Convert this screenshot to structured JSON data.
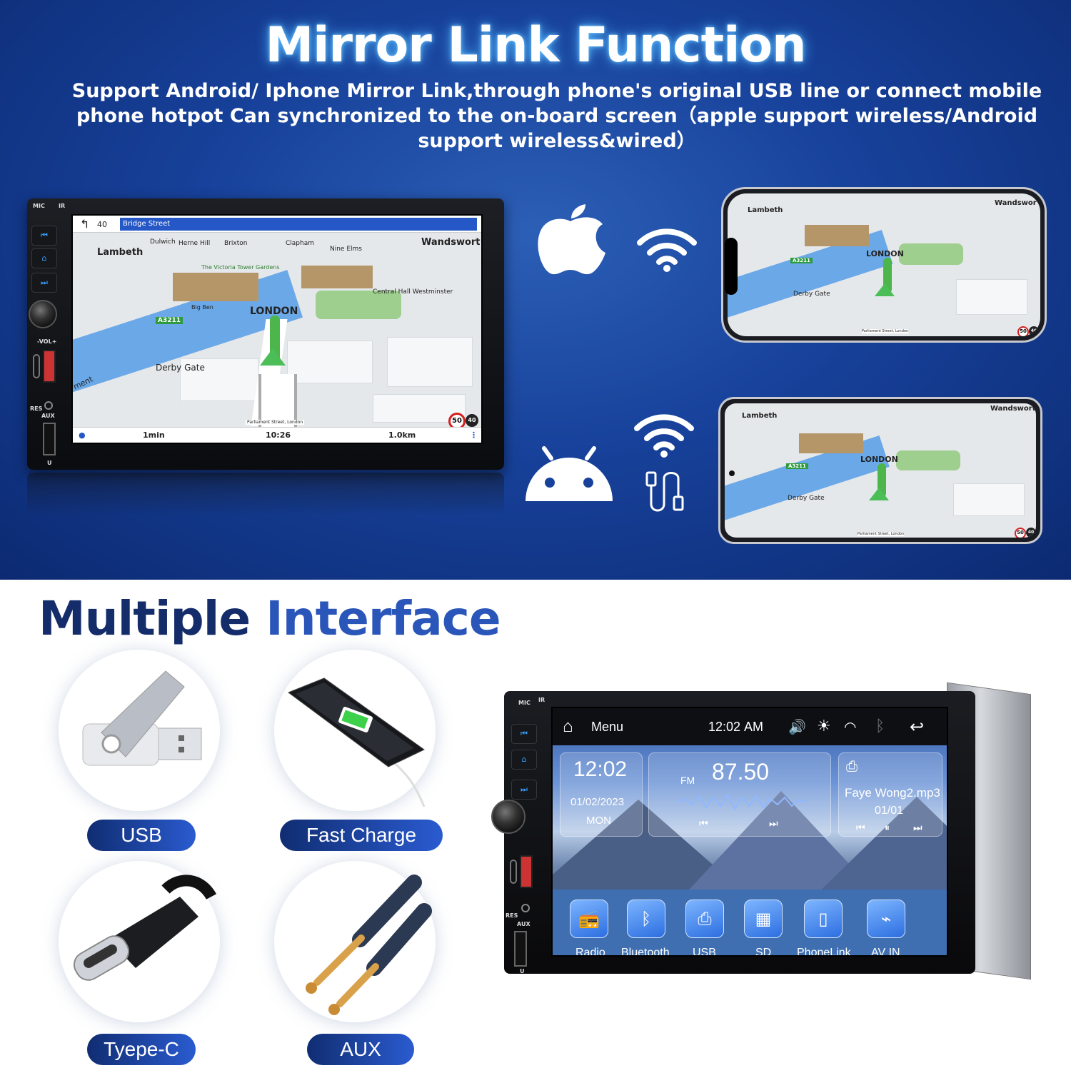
{
  "banner": {
    "title": "Mirror Link Function",
    "description": "Support Android/ Iphone Mirror Link,through phone's original USB  line or connect mobile phone hotpot Can synchronized to the on-board screen（apple support wireless/Android support wireless&wired）"
  },
  "head_unit_top": {
    "side_labels": {
      "mic": "MIC",
      "ir": "IR",
      "vol": "-VOL+",
      "res": "RES",
      "aux": "AUX",
      "u": "U"
    },
    "nav": {
      "distance": "40",
      "street": "Bridge Street",
      "eta_time": "1min",
      "clock": "10:26",
      "remaining": "1.0km"
    },
    "map_labels": {
      "lambeth": "Lambeth",
      "dulwich": "Dulwich",
      "herne_hill": "Herne Hill",
      "brixton": "Brixton",
      "clapham": "Clapham",
      "nine_elms": "Nine Elms",
      "wandsworth": "Wandswort",
      "victoria_tower": "The Victoria Tower Gardens",
      "big_ben": "Big Ben",
      "central_hall": "Central Hall Westminster",
      "london": "LONDON",
      "a3211": "A3211",
      "derby_gate": "Derby Gate",
      "ment": "ment",
      "parliament": "Parliament Street, London",
      "speed_limit": "50",
      "speed_current": "40"
    }
  },
  "phone_iphone": {
    "lambeth": "Lambeth",
    "wandsworth": "Wandswor",
    "london": "LONDON",
    "derby_gate": "Derby Gate",
    "a3211": "A3211",
    "speed_limit": "50",
    "speed_current": "40",
    "parliament": "Parliament Street, London"
  },
  "phone_android": {
    "lambeth": "Lambeth",
    "wandsworth": "Wandswort",
    "london": "LONDON",
    "derby_gate": "Derby Gate",
    "a3211": "A3211",
    "speed_limit": "50",
    "speed_current": "40",
    "parliament": "Parliament Street, London"
  },
  "icons": [
    "apple-icon",
    "wifi-icon",
    "android-icon",
    "usb-cable-icon"
  ],
  "interfaces": {
    "title_part1": "Multiple",
    "title_part2": "Interface",
    "items": [
      {
        "label": "USB"
      },
      {
        "label": "Fast Charge"
      },
      {
        "label": "Tyepe-C"
      },
      {
        "label": "AUX"
      }
    ]
  },
  "head_unit_bottom": {
    "menu": "Menu",
    "clock": "12:02",
    "ampm": "AM",
    "time_card": {
      "time": "12:02",
      "date": "01/02/2023",
      "day": "MON"
    },
    "radio_card": {
      "band": "FM",
      "freq": "87.50"
    },
    "music_card": {
      "track": "Faye Wong2.mp3",
      "index": "01/01"
    },
    "apps": [
      "Radio",
      "Bluetooth",
      "USB",
      "SD",
      "PhoneLink",
      "AV IN"
    ],
    "side_labels": {
      "mic": "MIC",
      "ir": "IR",
      "res": "RES",
      "aux": "AUX",
      "u": "U"
    }
  },
  "colors": {
    "banner_blue": "#17419a",
    "title_dark_navy": "#142d6a",
    "title_blue": "#2a55b9",
    "map_green_route": "#4cb64c",
    "nav_bar_blue": "#2558c6"
  }
}
